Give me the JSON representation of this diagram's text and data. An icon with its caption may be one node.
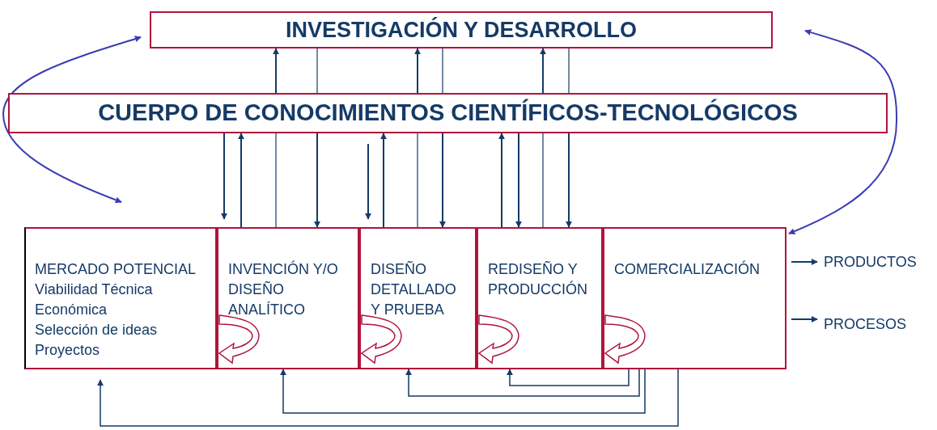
{
  "diagram": {
    "nodes": [
      {
        "text": [
          "INVESTIGACIÓN  Y DESARROLLO"
        ]
      },
      {
        "text": [
          "CUERPO DE CONOCIMIENTOS CIENTÍFICOS-TECNOLÓGICOS"
        ]
      },
      {
        "text": [
          "MERCADO POTENCIAL",
          "Viabilidad Técnica",
          "Económica",
          "Selección de ideas",
          "Proyectos"
        ]
      },
      {
        "text": [
          "INVENCIÓN Y/O DISEÑO ANALÍTICO"
        ]
      },
      {
        "text": [
          "DISEÑO DETALLADO Y PRUEBA"
        ]
      },
      {
        "text": [
          "REDISEÑO Y PRODUCCIÓN"
        ]
      },
      {
        "text": [
          "COMERCIALIZACIÓN"
        ]
      },
      {
        "text": [
          "PRODUCTOS"
        ]
      },
      {
        "text": [
          "PROCESOS"
        ]
      }
    ],
    "edges": [
      {
        "from": 1,
        "to": 0,
        "arrow": "to"
      },
      {
        "from": 1,
        "to": 0,
        "arrow": "none"
      },
      {
        "from": 1,
        "to": 0,
        "arrow": "to"
      },
      {
        "from": 1,
        "to": 0,
        "arrow": "none"
      },
      {
        "from": 1,
        "to": 0,
        "arrow": "to"
      },
      {
        "from": 1,
        "to": 0,
        "arrow": "none"
      },
      {
        "from": 1,
        "to": 3,
        "arrow": "to"
      },
      {
        "from": 3,
        "to": 1,
        "arrow": "to"
      },
      {
        "from": 3,
        "to": 1,
        "arrow": "none"
      },
      {
        "from": 1,
        "to": 3,
        "arrow": "to"
      },
      {
        "from": 1,
        "to": 4,
        "arrow": "to"
      },
      {
        "from": 4,
        "to": 1,
        "arrow": "to"
      },
      {
        "from": 4,
        "to": 1,
        "arrow": "none"
      },
      {
        "from": 1,
        "to": 4,
        "arrow": "to"
      },
      {
        "from": 5,
        "to": 1,
        "arrow": "to"
      },
      {
        "from": 1,
        "to": 5,
        "arrow": "to"
      },
      {
        "from": 5,
        "to": 1,
        "arrow": "none"
      },
      {
        "from": 1,
        "to": 5,
        "arrow": "to"
      },
      {
        "from": 0,
        "to": 2,
        "arrow": "both",
        "color": "#3c3cb4"
      },
      {
        "from": 0,
        "to": 6,
        "arrow": "both",
        "color": "#3c3cb4"
      },
      {
        "from": 6,
        "to": 5,
        "arrow": "to"
      },
      {
        "from": 6,
        "to": 4,
        "arrow": "to"
      },
      {
        "from": 6,
        "to": 3,
        "arrow": "to"
      },
      {
        "from": 6,
        "to": 2,
        "arrow": "to"
      },
      {
        "from": 6,
        "to": 7,
        "arrow": "to"
      },
      {
        "from": 6,
        "to": 8,
        "arrow": "to"
      }
    ]
  }
}
